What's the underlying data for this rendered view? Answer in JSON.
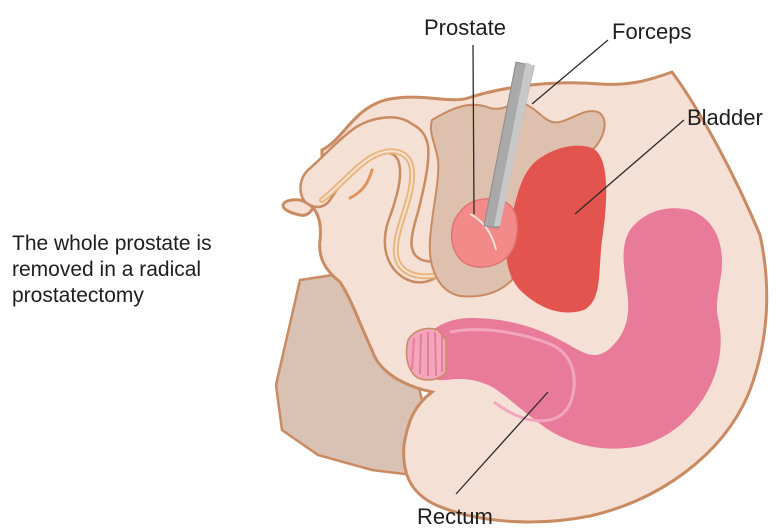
{
  "labels": {
    "prostate": "Prostate",
    "forceps": "Forceps",
    "bladder": "Bladder",
    "rectum": "Rectum"
  },
  "caption": {
    "line1": "The whole prostate is",
    "line2": "removed in a radical",
    "line3": "prostatectomy"
  },
  "colors": {
    "outline": "#c98b62",
    "pelvis_fill": "#f5e0d6",
    "bone_fill": "#d9c1b4",
    "bladder": "#e3544f",
    "prostate": "#f18a88",
    "rectum": "#e87a9a",
    "rectum_light": "#f2a6bd",
    "forceps": "#a9a9a9",
    "urethra": "#e8b77e",
    "leader_line": "#2b2b2b"
  }
}
